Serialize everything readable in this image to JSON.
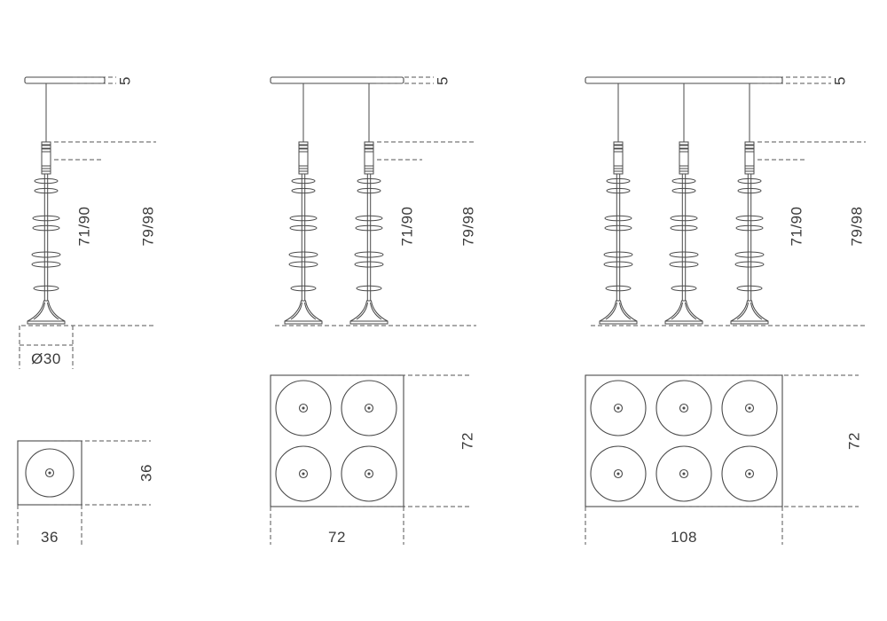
{
  "page": {
    "background": "#ffffff",
    "line_color": "#4a4a4a",
    "dash_color": "#555555",
    "text_color": "#3a3a3a"
  },
  "groups": [
    {
      "name": "single-pendant",
      "lamp_count": 1,
      "elevation": {
        "canopy_thickness": "5",
        "body_height": "71/90",
        "overall_height": "79/98",
        "base_diameter": "Ø30"
      },
      "plan": {
        "width": "36",
        "depth": "36",
        "circle_count": 1
      }
    },
    {
      "name": "double-pendant",
      "lamp_count": 2,
      "elevation": {
        "canopy_thickness": "5",
        "body_height": "71/90",
        "overall_height": "79/98"
      },
      "plan": {
        "width": "72",
        "depth": "72",
        "circle_count": 4
      }
    },
    {
      "name": "triple-pendant",
      "lamp_count": 3,
      "elevation": {
        "canopy_thickness": "5",
        "body_height": "71/90",
        "overall_height": "79/98"
      },
      "plan": {
        "width": "108",
        "depth": "72",
        "circle_count": 6
      }
    }
  ]
}
